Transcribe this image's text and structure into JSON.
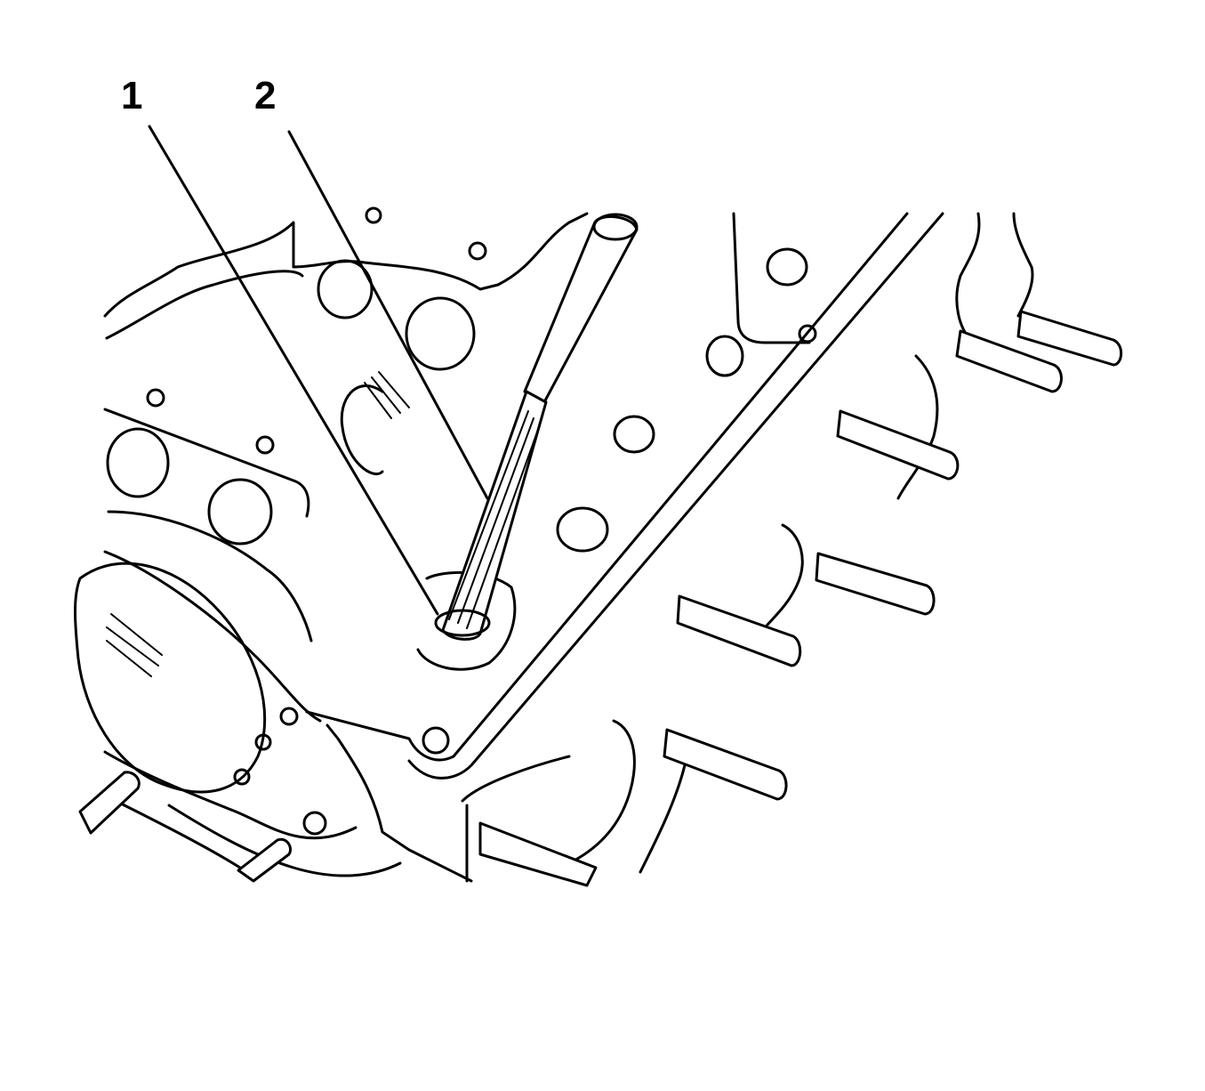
{
  "callouts": [
    {
      "label": "1",
      "target": "valve-guide-bore"
    },
    {
      "label": "2",
      "target": "reamer"
    }
  ],
  "colors": {
    "line": "#000000",
    "background": "#ffffff"
  }
}
